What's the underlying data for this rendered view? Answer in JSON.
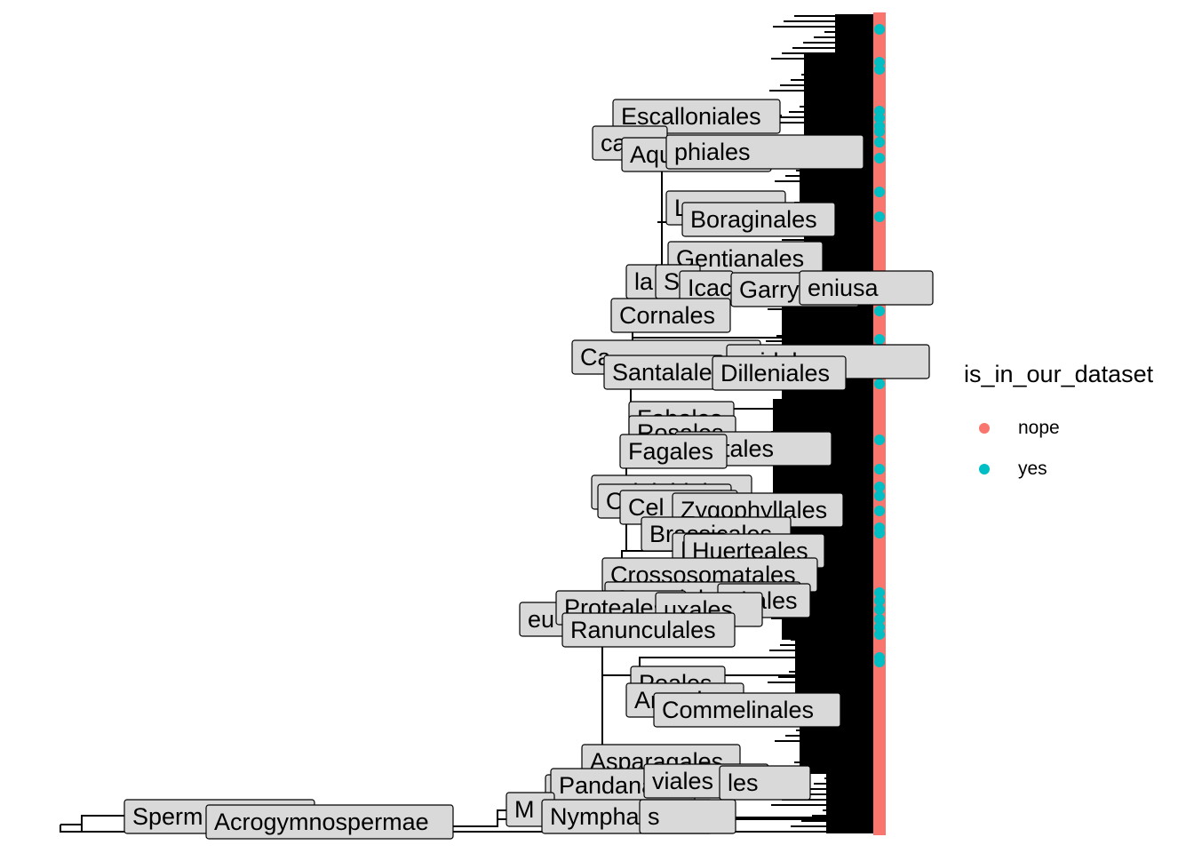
{
  "legend": {
    "title": "is_in_our_dataset",
    "items": [
      {
        "label": "nope",
        "color": "#F8766D"
      },
      {
        "label": "yes",
        "color": "#00BFC4"
      }
    ]
  },
  "clade_labels": [
    "Escalloniales",
    "ca",
    "Aquifoliales",
    "phiales",
    "L",
    "Boraginales",
    "Gentianales",
    "la",
    "S",
    "Icac",
    "Garryales",
    "eniusa",
    "Cornales",
    "Ca",
    "Santalale",
    "osidales",
    "Dilleniales",
    "Fabales",
    "Rosales",
    "urbitales",
    "Fagales",
    "Malpighiales",
    "O",
    "Cel",
    "Zygophyllales",
    "Brassicales",
    "M",
    "Huerteales",
    "Crossosomatales",
    "Geraniales",
    "Vitales",
    "eu",
    "Proteales",
    "uxales",
    "Ranunculales",
    "Poales",
    "Arecales",
    "Commelinales",
    "Asparagales",
    "Ali",
    "Pandanales",
    "viales",
    "les",
    "M",
    "Nymphaeales",
    "s",
    "Sperm",
    "Acrogymnospermae"
  ],
  "tip_colors": {
    "nope": "#F8766D",
    "yes": "#00BFC4"
  }
}
